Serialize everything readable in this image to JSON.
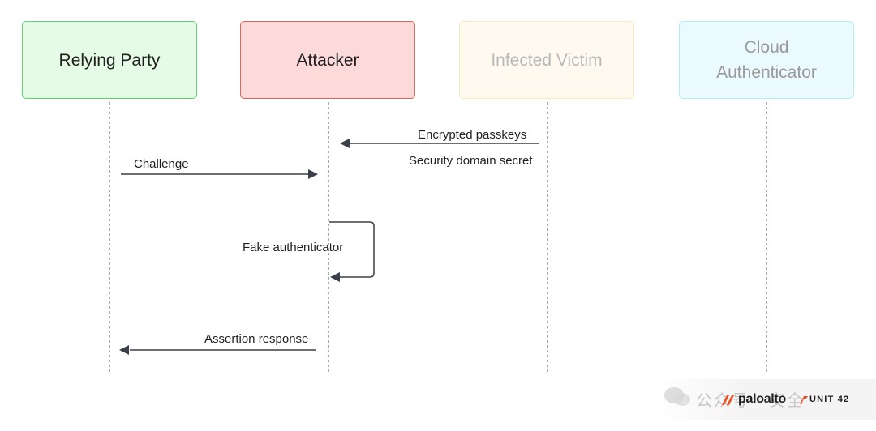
{
  "actors": [
    {
      "label": "Relying Party",
      "fill": "#e6fbe6",
      "border": "#5fd36f",
      "text": "#1f1f1f"
    },
    {
      "label": "Attacker",
      "fill": "#fddada",
      "border": "#e0635c",
      "text": "#1f1f1f"
    },
    {
      "label": "Infected Victim",
      "fill": "#fffaf0",
      "border": "#f9e9c3",
      "text": "#b8b8b8"
    },
    {
      "label": "Cloud Authenticator",
      "fill": "#eafafe",
      "border": "#b6ecf7",
      "text": "#9a9a9a"
    }
  ],
  "messages": {
    "encrypted_passkeys": "Encrypted passkeys",
    "security_domain_secret": "Security domain secret",
    "challenge": "Challenge",
    "fake_authenticator": "Fake authenticator",
    "assertion_response": "Assertion response"
  },
  "watermark": {
    "text": "公众号 · 安全"
  },
  "branding": {
    "paloalto": "paloalto",
    "unit42": "UNIT 42"
  },
  "colors": {
    "arrow": "#3a3f4a",
    "lifeline": "#555555"
  }
}
